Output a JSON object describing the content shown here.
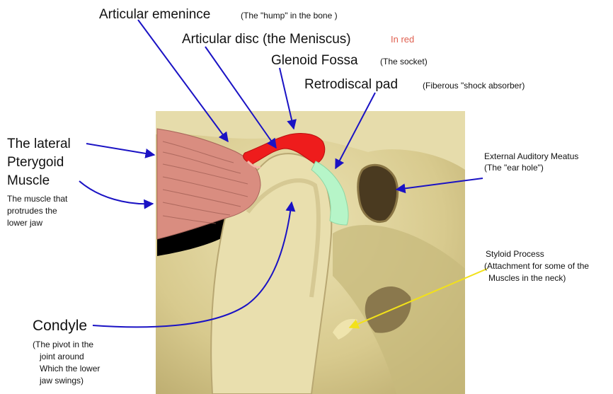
{
  "labels": {
    "articular_eminence": {
      "title": "Articular emenince",
      "note": "(The \"hump\" in the bone )"
    },
    "articular_disc": {
      "title": "Articular disc (the Meniscus)",
      "note": "In red"
    },
    "glenoid_fossa": {
      "title": "Glenoid Fossa",
      "note": "(The socket)"
    },
    "retrodiscal_pad": {
      "title": "Retrodiscal pad",
      "note": "(Fiberous \"shock absorber)"
    },
    "lateral_pterygoid": {
      "title_lines": [
        "The lateral",
        "Pterygoid",
        "Muscle"
      ],
      "note_lines": [
        "The muscle that",
        "protrudes the",
        "lower jaw"
      ]
    },
    "external_auditory_meatus": {
      "title": "External Auditory Meatus",
      "note": "(The \"ear hole\")"
    },
    "styloid_process": {
      "title": "Styloid Process",
      "note_lines": [
        "(Attachment for some of the",
        "Muscles in the neck)"
      ]
    },
    "condyle": {
      "title": "Condyle",
      "note_lines": [
        "(The pivot in the",
        "joint around",
        "Which the lower",
        "jaw swings)"
      ]
    }
  },
  "colors": {
    "arrow_blue": "#1a12c4",
    "arrow_yellow": "#f2e11a",
    "disc_red": "#ee1c1c",
    "pad_green": "#b6f5c8",
    "muscle_pink": "#d98d80",
    "bone": "#d9cc93",
    "note_red": "#e06050"
  }
}
